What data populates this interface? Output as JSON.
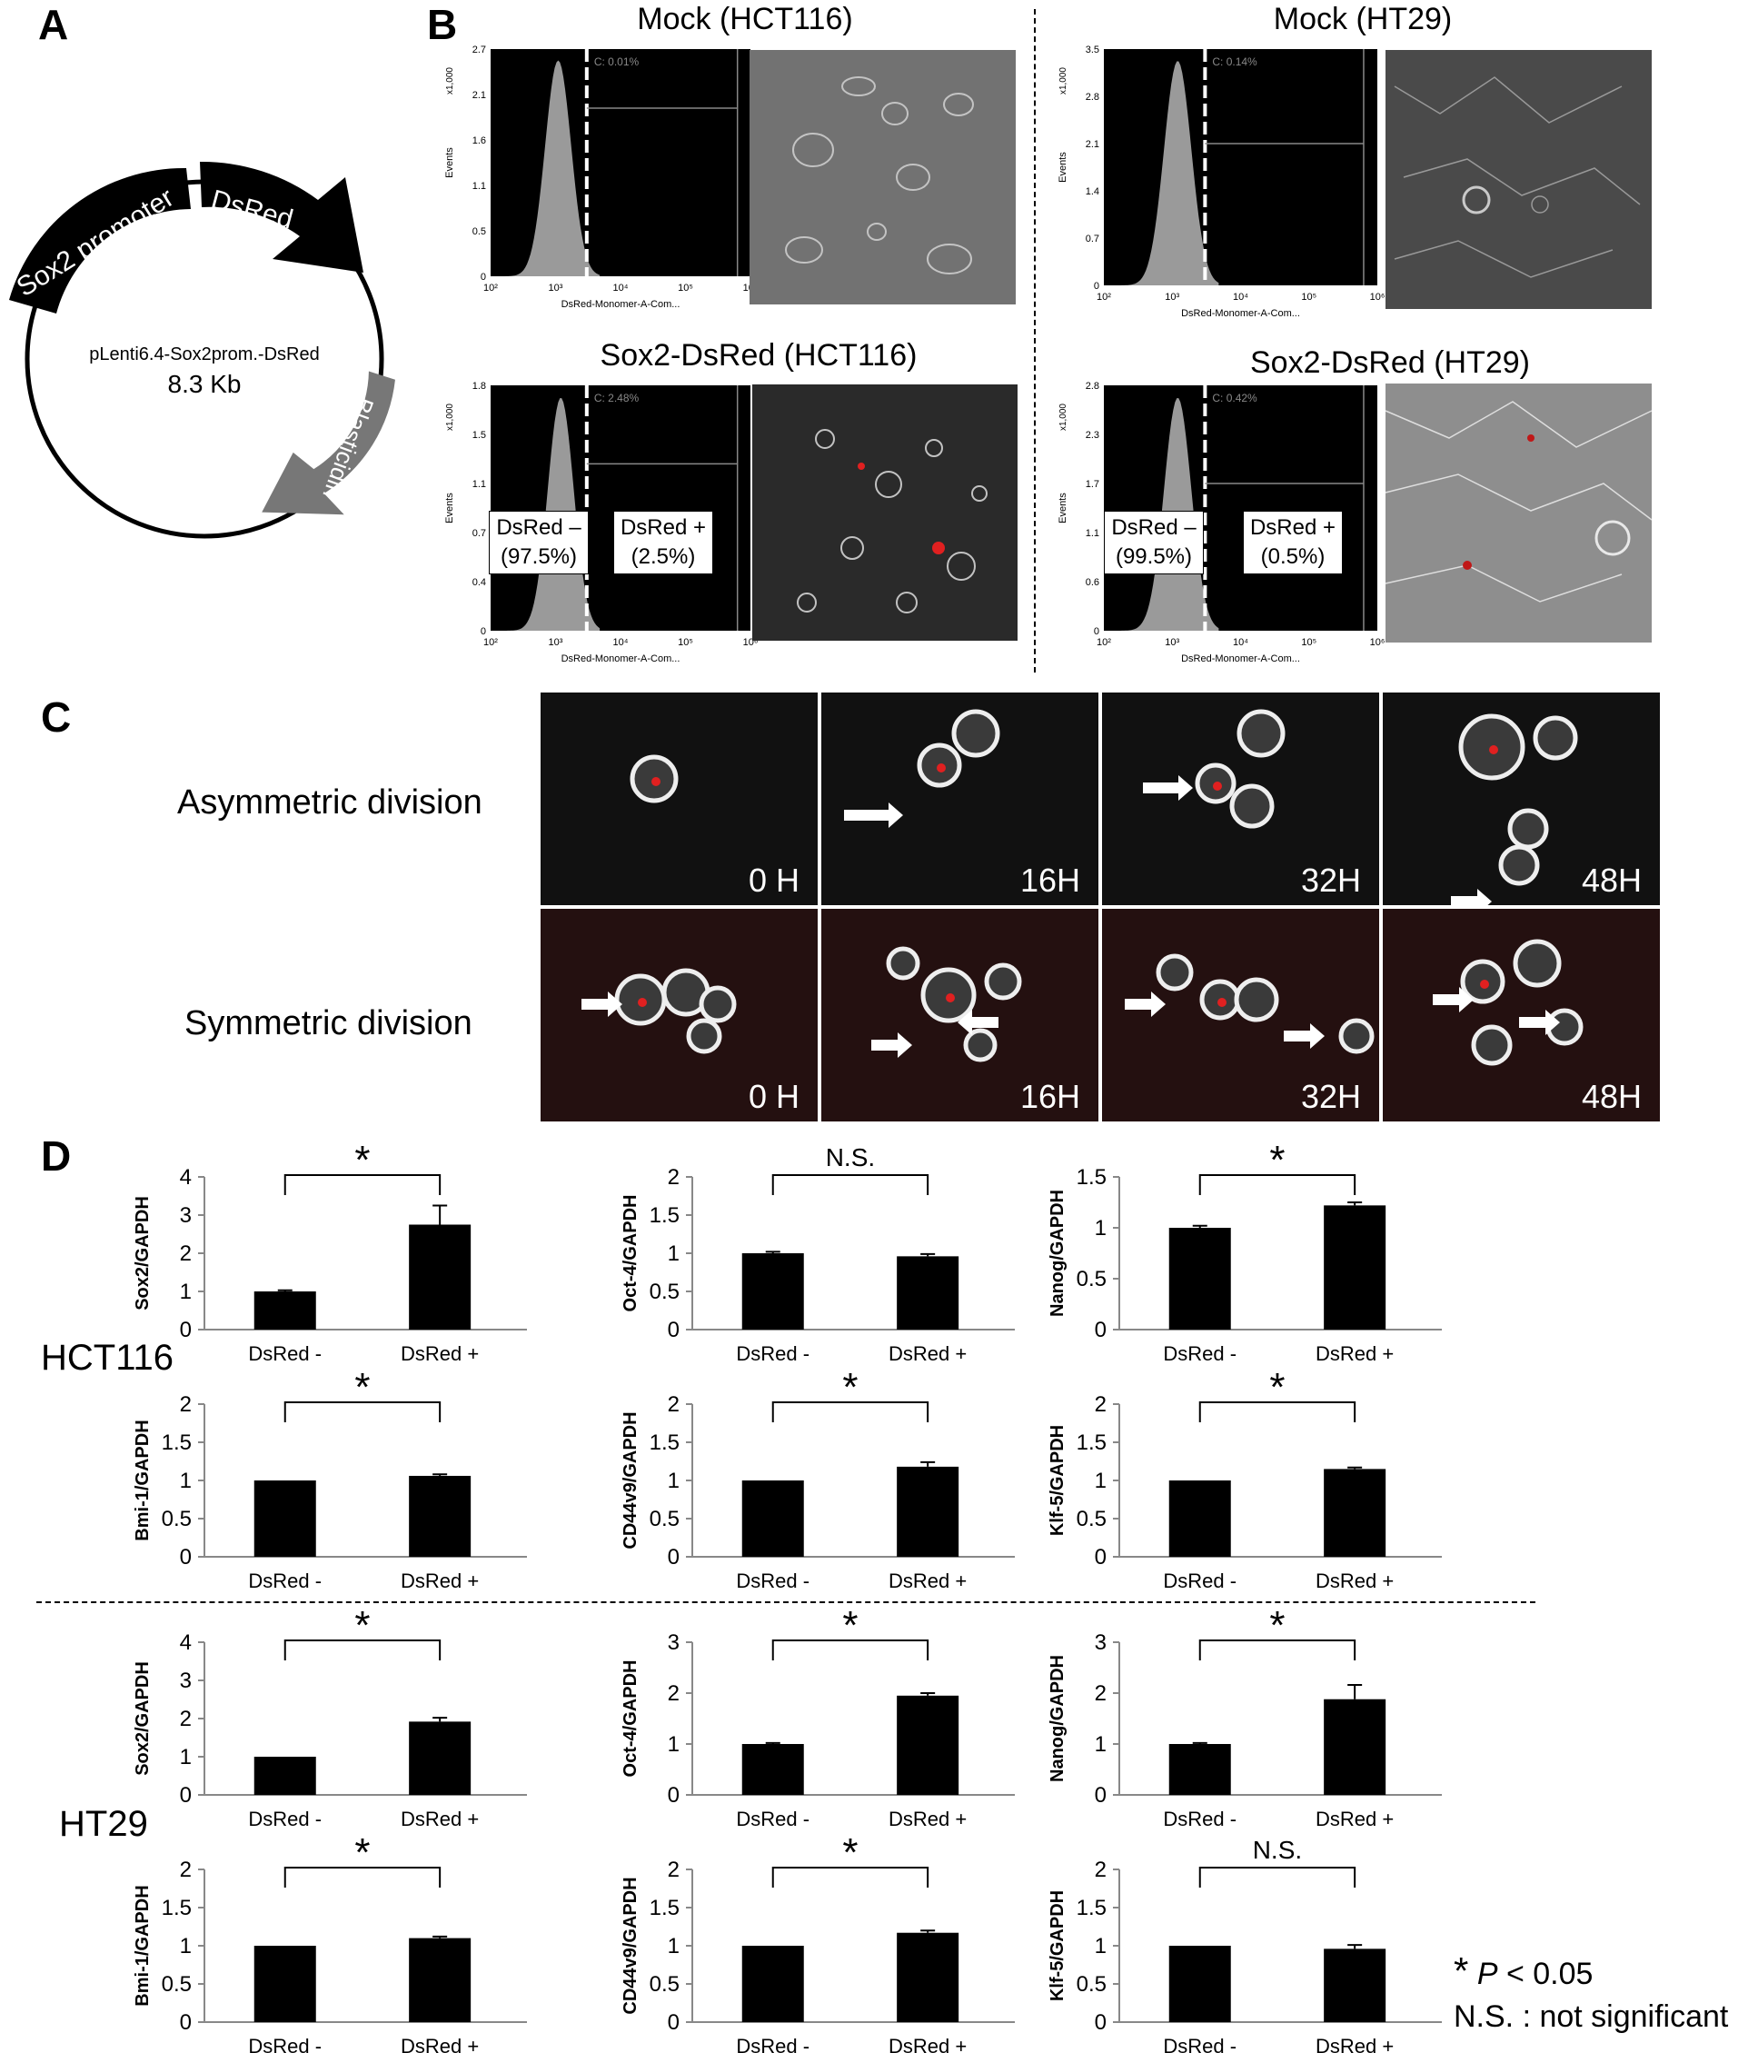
{
  "panels": {
    "a": "A",
    "b": "B",
    "c": "C",
    "d": "D"
  },
  "plasmid": {
    "promoter_label": "Sox2 promoter",
    "reporter_label": "DsRed",
    "resistance_label": "Blasticidin",
    "name": "pLenti6.4-Sox2prom.-DsRed",
    "size": "8.3 Kb"
  },
  "flow": {
    "mock_hct116": {
      "title": "Mock (HCT116)",
      "gate_pct": "C: 0.01%",
      "y_mult": "x1,000",
      "y_ticks": [
        "2.7",
        "2.1",
        "1.6",
        "1.1",
        "0.5",
        "0"
      ]
    },
    "mock_ht29": {
      "title": "Mock (HT29)",
      "gate_pct": "C: 0.14%",
      "y_mult": "x1,000",
      "y_ticks": [
        "3.5",
        "2.8",
        "2.1",
        "1.4",
        "0.7",
        "0"
      ]
    },
    "sox2_hct116": {
      "title": "Sox2-DsRed (HCT116)",
      "gate_pct": "C: 2.48%",
      "y_mult": "x1,000",
      "y_ticks": [
        "1.8",
        "1.5",
        "1.1",
        "0.7",
        "0.4",
        "0"
      ],
      "neg_label": "DsRed –",
      "neg_pct": "(97.5%)",
      "pos_label": "DsRed +",
      "pos_pct": "(2.5%)"
    },
    "sox2_ht29": {
      "title": "Sox2-DsRed (HT29)",
      "gate_pct": "C: 0.42%",
      "y_mult": "x1,000",
      "y_ticks": [
        "2.8",
        "2.3",
        "1.7",
        "1.1",
        "0.6",
        "0"
      ],
      "neg_label": "DsRed –",
      "neg_pct": "(99.5%)",
      "pos_label": "DsRed +",
      "pos_pct": "(0.5%)"
    },
    "x_axis_label": "DsRed-Monomer-A-Com...",
    "y_axis_label": "Events",
    "x_ticks": [
      "10²",
      "10³",
      "10⁴",
      "10⁵",
      "10⁶"
    ]
  },
  "division": {
    "asym_label": "Asymmetric division",
    "sym_label": "Symmetric division",
    "times": [
      "0 H",
      "16H",
      "32H",
      "48H"
    ]
  },
  "bars": {
    "cell_lines": [
      "HCT116",
      "HT29"
    ],
    "categories": [
      "DsRed -",
      "DsRed +"
    ],
    "legend_sig": "< 0.05",
    "legend_p": "P",
    "legend_star": "*",
    "legend_ns": "N.S. : not significant"
  },
  "chart_data": [
    {
      "type": "bar",
      "cell": "HCT116",
      "ylabel": "Sox2/GAPDH",
      "categories": [
        "DsRed -",
        "DsRed +"
      ],
      "values": [
        1.0,
        2.75
      ],
      "errors": [
        0.03,
        0.5
      ],
      "ylim": [
        0,
        4
      ],
      "ticks": [
        0,
        1,
        2,
        3,
        4
      ],
      "sig": "*"
    },
    {
      "type": "bar",
      "cell": "HCT116",
      "ylabel": "Oct-4/GAPDH",
      "categories": [
        "DsRed -",
        "DsRed +"
      ],
      "values": [
        1.0,
        0.96
      ],
      "errors": [
        0.02,
        0.03
      ],
      "ylim": [
        0,
        2
      ],
      "ticks": [
        0,
        0.5,
        1,
        1.5,
        2
      ],
      "sig": "N.S."
    },
    {
      "type": "bar",
      "cell": "HCT116",
      "ylabel": "Nanog/GAPDH",
      "categories": [
        "DsRed -",
        "DsRed +"
      ],
      "values": [
        1.0,
        1.22
      ],
      "errors": [
        0.02,
        0.03
      ],
      "ylim": [
        0,
        1.5
      ],
      "ticks": [
        0,
        0.5,
        1,
        1.5
      ],
      "sig": "*"
    },
    {
      "type": "bar",
      "cell": "HCT116",
      "ylabel": "Bmi-1/GAPDH",
      "categories": [
        "DsRed -",
        "DsRed +"
      ],
      "values": [
        1.0,
        1.06
      ],
      "errors": [
        0.01,
        0.02
      ],
      "ylim": [
        0,
        2
      ],
      "ticks": [
        0,
        0.5,
        1,
        1.5,
        2
      ],
      "sig": "*"
    },
    {
      "type": "bar",
      "cell": "HCT116",
      "ylabel": "CD44v9/GAPDH",
      "categories": [
        "DsRed -",
        "DsRed +"
      ],
      "values": [
        1.0,
        1.18
      ],
      "errors": [
        0.01,
        0.06
      ],
      "ylim": [
        0,
        2
      ],
      "ticks": [
        0,
        0.5,
        1,
        1.5,
        2
      ],
      "sig": "*"
    },
    {
      "type": "bar",
      "cell": "HCT116",
      "ylabel": "Klf-5/GAPDH",
      "categories": [
        "DsRed -",
        "DsRed +"
      ],
      "values": [
        1.0,
        1.15
      ],
      "errors": [
        0.01,
        0.02
      ],
      "ylim": [
        0,
        2
      ],
      "ticks": [
        0,
        0.5,
        1,
        1.5,
        2
      ],
      "sig": "*"
    },
    {
      "type": "bar",
      "cell": "HT29",
      "ylabel": "Sox2/GAPDH",
      "categories": [
        "DsRed -",
        "DsRed +"
      ],
      "values": [
        1.0,
        1.92
      ],
      "errors": [
        0.02,
        0.1
      ],
      "ylim": [
        0,
        4
      ],
      "ticks": [
        0,
        1,
        2,
        3,
        4
      ],
      "sig": "*"
    },
    {
      "type": "bar",
      "cell": "HT29",
      "ylabel": "Oct-4/GAPDH",
      "categories": [
        "DsRed -",
        "DsRed +"
      ],
      "values": [
        1.0,
        1.95
      ],
      "errors": [
        0.02,
        0.05
      ],
      "ylim": [
        0,
        3
      ],
      "ticks": [
        0,
        1,
        2,
        3
      ],
      "sig": "*"
    },
    {
      "type": "bar",
      "cell": "HT29",
      "ylabel": "Nanog/GAPDH",
      "categories": [
        "DsRed -",
        "DsRed +"
      ],
      "values": [
        1.0,
        1.88
      ],
      "errors": [
        0.02,
        0.28
      ],
      "ylim": [
        0,
        3
      ],
      "ticks": [
        0,
        1,
        2,
        3
      ],
      "sig": "*"
    },
    {
      "type": "bar",
      "cell": "HT29",
      "ylabel": "Bmi-1/GAPDH",
      "categories": [
        "DsRed -",
        "DsRed +"
      ],
      "values": [
        1.0,
        1.1
      ],
      "errors": [
        0.01,
        0.02
      ],
      "ylim": [
        0,
        2
      ],
      "ticks": [
        0,
        0.5,
        1,
        1.5,
        2
      ],
      "sig": "*"
    },
    {
      "type": "bar",
      "cell": "HT29",
      "ylabel": "CD44v9/GAPDH",
      "categories": [
        "DsRed -",
        "DsRed +"
      ],
      "values": [
        1.0,
        1.17
      ],
      "errors": [
        0.01,
        0.03
      ],
      "ylim": [
        0,
        2
      ],
      "ticks": [
        0,
        0.5,
        1,
        1.5,
        2
      ],
      "sig": "*"
    },
    {
      "type": "bar",
      "cell": "HT29",
      "ylabel": "Klf-5/GAPDH",
      "categories": [
        "DsRed -",
        "DsRed +"
      ],
      "values": [
        1.0,
        0.96
      ],
      "errors": [
        0.01,
        0.05
      ],
      "ylim": [
        0,
        2
      ],
      "ticks": [
        0,
        0.5,
        1,
        1.5,
        2
      ],
      "sig": "N.S."
    }
  ]
}
